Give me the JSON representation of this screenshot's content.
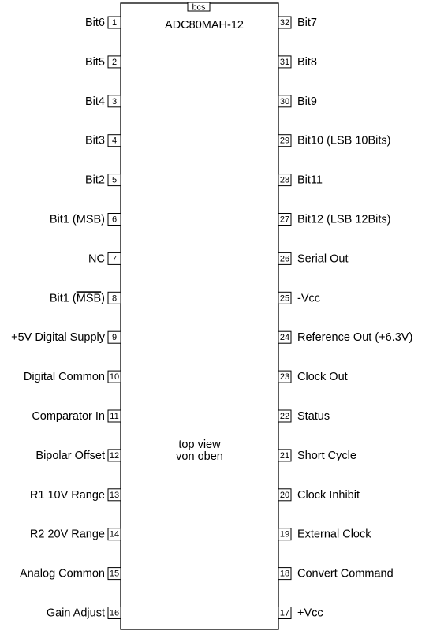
{
  "chip": {
    "logo": "bcs",
    "part_number": "ADC80MAH-12",
    "view_en": "top view",
    "view_de": "von oben"
  },
  "left_pins": [
    {
      "number": "1",
      "label": "Bit6"
    },
    {
      "number": "2",
      "label": "Bit5"
    },
    {
      "number": "3",
      "label": "Bit4"
    },
    {
      "number": "4",
      "label": "Bit3"
    },
    {
      "number": "5",
      "label": "Bit2"
    },
    {
      "number": "6",
      "label": "Bit1 (MSB)"
    },
    {
      "number": "7",
      "label": "NC"
    },
    {
      "number": "8",
      "label": "Bit1 (",
      "overline": "MSB",
      "suffix": ")"
    },
    {
      "number": "9",
      "label": "+5V Digital Supply"
    },
    {
      "number": "10",
      "label": "Digital Common"
    },
    {
      "number": "11",
      "label": "Comparator In"
    },
    {
      "number": "12",
      "label": "Bipolar Offset"
    },
    {
      "number": "13",
      "label": "R1 10V Range"
    },
    {
      "number": "14",
      "label": "R2 20V Range"
    },
    {
      "number": "15",
      "label": "Analog Common"
    },
    {
      "number": "16",
      "label": "Gain Adjust"
    }
  ],
  "right_pins": [
    {
      "number": "32",
      "label": "Bit7"
    },
    {
      "number": "31",
      "label": "Bit8"
    },
    {
      "number": "30",
      "label": "Bit9"
    },
    {
      "number": "29",
      "label": "Bit10 (LSB 10Bits)"
    },
    {
      "number": "28",
      "label": "Bit11"
    },
    {
      "number": "27",
      "label": "Bit12 (LSB 12Bits)"
    },
    {
      "number": "26",
      "label": "Serial Out"
    },
    {
      "number": "25",
      "label": "-Vcc"
    },
    {
      "number": "24",
      "label": "Reference Out (+6.3V)"
    },
    {
      "number": "23",
      "label": "Clock Out"
    },
    {
      "number": "22",
      "label": "Status"
    },
    {
      "number": "21",
      "label": "Short Cycle"
    },
    {
      "number": "20",
      "label": "Clock Inhibit"
    },
    {
      "number": "19",
      "label": "External Clock"
    },
    {
      "number": "18",
      "label": "Convert Command"
    },
    {
      "number": "17",
      "label": "+Vcc"
    }
  ]
}
